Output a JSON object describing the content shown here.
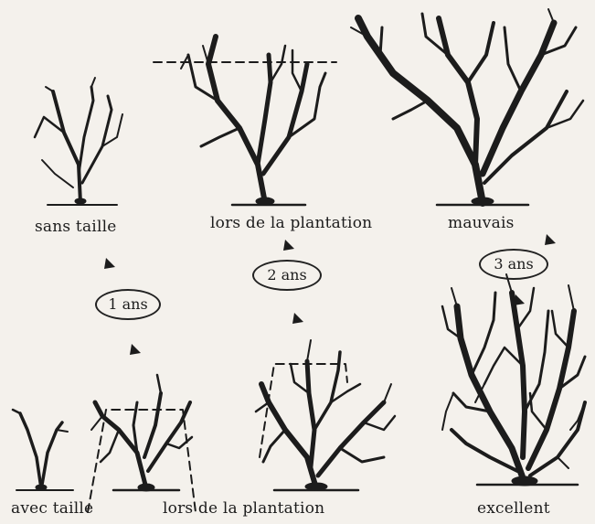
{
  "labels": {
    "sans_taille": "sans taille",
    "lors_plantation_top": "lors de la plantation",
    "mauvais": "mauvais",
    "avec_taille": "avec taille",
    "lors_plantation_bottom": "lors de la plantation",
    "excellent": "excellent"
  },
  "steps": {
    "one": "1 ans",
    "two": "2 ans",
    "three": "3 ans"
  },
  "colors": {
    "ink": "#1c1c1c",
    "paper": "#f4f1ec"
  }
}
